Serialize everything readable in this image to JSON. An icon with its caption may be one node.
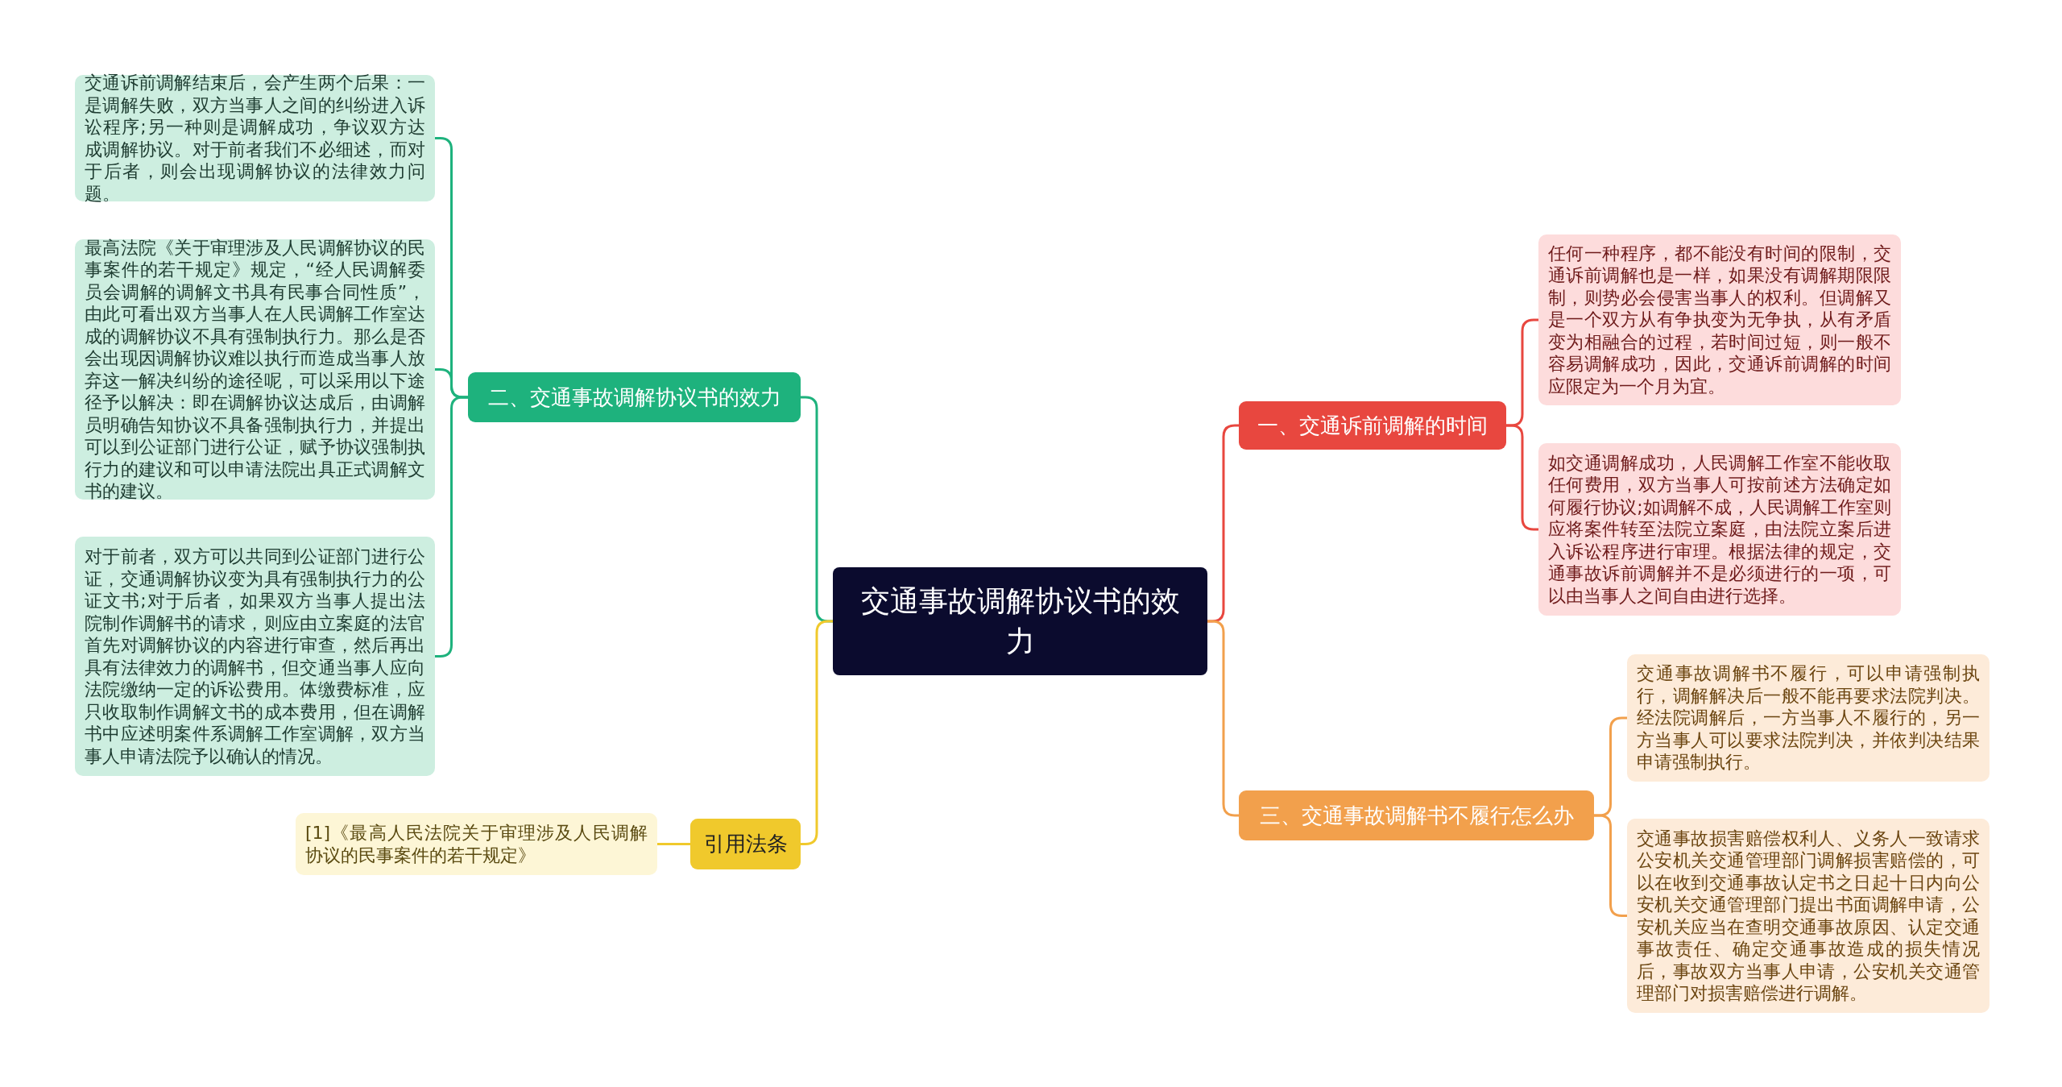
{
  "diagram": {
    "nodes": [
      {
        "text": [
          "交通事故调解协议书的效力"
        ]
      },
      {
        "text": [
          "一、交通诉前调解的时间"
        ]
      },
      {
        "text": [
          "任何一种程序，都不能没有时间的限制，交通诉前调解也是一样，如果没有调解期限限制，则势必会侵害当事人的权利。但调解又是一个双方从有争执变为无争执，从有矛盾变为相融合的过程，若时间过短，则一般不容易调解成功，因此，交通诉前调解的时间应限定为一个月为宜。"
        ]
      },
      {
        "text": [
          "如交通调解成功，人民调解工作室不能收取任何费用，双方当事人可按前述方法确定如何履行协议;如调解不成，人民调解工作室则应将案件转至法院立案庭，由法院立案后进入诉讼程序进行审理。根据法律的规定，交通事故诉前调解并不是必须进行的一项，可以由当事人之间自由进行选择。"
        ]
      },
      {
        "text": [
          "三、交通事故调解书不履行怎么办"
        ]
      },
      {
        "text": [
          "交通事故调解书不履行，可以申请强制执行，调解解决后一般不能再要求法院判决。经法院调解后，一方当事人不履行的，另一方当事人可以要求法院判决，并依判决结果申请强制执行。"
        ]
      },
      {
        "text": [
          "交通事故损害赔偿权利人、义务人一致请求公安机关交通管理部门调解损害赔偿的，可以在收到交通事故认定书之日起十日内向公安机关交通管理部门提出书面调解申请，公安机关应当在查明交通事故原因、认定交通事故责任、确定交通事故造成的损失情况后，事故双方当事人申请，公安机关交通管理部门对损害赔偿进行调解。"
        ]
      },
      {
        "text": [
          "二、交通事故调解协议书的效力"
        ]
      },
      {
        "text": [
          "交通诉前调解结束后，会产生两个后果：一是调解失败，双方当事人之间的纠纷进入诉讼程序;另一种则是调解成功，争议双方达成调解协议。对于前者我们不必细述，而对于后者，则会出现调解协议的法律效力问题。"
        ]
      },
      {
        "text": [
          "最高法院《关于审理涉及人民调解协议的民事案件的若干规定》规定，“经人民调解委员会调解的调解文书具有民事合同性质”，由此可看出双方当事人在人民调解工作室达成的调解协议不具有强制执行力。那么是否会出现因调解协议难以执行而造成当事人放弃这一解决纠纷的途径呢，可以采用以下途径予以解决：即在调解协议达成后，由调解员明确告知协议不具备强制执行力，并提出可以到公证部门进行公证，赋予协议强制执行力的建议和可以申请法院出具正式调解文书的建议。"
        ]
      },
      {
        "text": [
          "对于前者，双方可以共同到公证部门进行公证，交通调解协议变为具有强制执行力的公证文书;对于后者，如果双方当事人提出法院制作调解书的请求，则应由立案庭的法官首先对调解协议的内容进行审查，然后再出具有法律效力的调解书，但交通当事人应向法院缴纳一定的诉讼费用。体缴费标准，应只收取制作调解文书的成本费用，但在调解书中应述明案件系调解工作室调解，双方当事人申请法院予以确认的情况。"
        ]
      },
      {
        "text": [
          "引用法条"
        ]
      },
      {
        "text": [
          "[1]《最高人民法院关于审理涉及人民调解协议的民事案件的若干规定》"
        ]
      }
    ],
    "edges": [
      {
        "from": 0,
        "to": 1,
        "arrow": "none",
        "color": "#e8473f"
      },
      {
        "from": 1,
        "to": 2,
        "arrow": "none",
        "color": "#e8473f"
      },
      {
        "from": 1,
        "to": 3,
        "arrow": "none",
        "color": "#e8473f"
      },
      {
        "from": 0,
        "to": 4,
        "arrow": "none",
        "color": "#f2a04c"
      },
      {
        "from": 4,
        "to": 5,
        "arrow": "none",
        "color": "#f2a04c"
      },
      {
        "from": 4,
        "to": 6,
        "arrow": "none",
        "color": "#f2a04c"
      },
      {
        "from": 0,
        "to": 7,
        "arrow": "none",
        "color": "#1eb27d"
      },
      {
        "from": 7,
        "to": 8,
        "arrow": "none",
        "color": "#1eb27d"
      },
      {
        "from": 7,
        "to": 9,
        "arrow": "none",
        "color": "#1eb27d"
      },
      {
        "from": 7,
        "to": 10,
        "arrow": "none",
        "color": "#1eb27d"
      },
      {
        "from": 0,
        "to": 11,
        "arrow": "none",
        "color": "#f0c92c"
      },
      {
        "from": 11,
        "to": 12,
        "arrow": "none",
        "color": "#f0c92c"
      }
    ]
  }
}
